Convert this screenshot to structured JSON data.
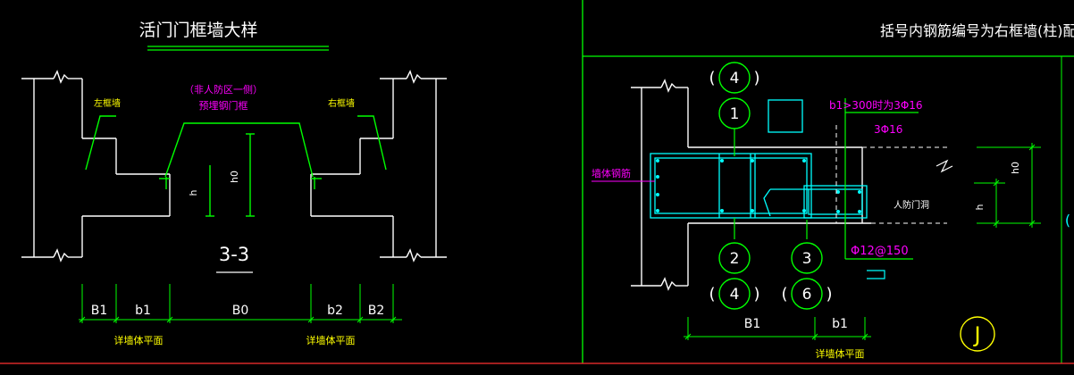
{
  "left_panel": {
    "title": "活门门框墙大样",
    "left_wall_label": "左框墙",
    "right_wall_label": "右框墙",
    "door_frame_note_line1": "（非人防区一侧）",
    "door_frame_note_line2": "预埋钢门框",
    "dim_h": "h",
    "dim_h0": "h0",
    "section_label": "3-3",
    "dims": [
      "B1",
      "b1",
      "B0",
      "b2",
      "B2"
    ],
    "plan_note_left": "详墙体平面",
    "plan_note_right": "详墙体平面"
  },
  "right_panel": {
    "title": "括号内钢筋编号为右框墙(柱)配筋",
    "bubbles": [
      {
        "id": "bubble-4-top",
        "text": "4",
        "bracket": true
      },
      {
        "id": "bubble-1",
        "text": "1",
        "bracket": false
      },
      {
        "id": "bubble-2",
        "text": "2",
        "bracket": false
      },
      {
        "id": "bubble-3",
        "text": "3",
        "bracket": false
      },
      {
        "id": "bubble-4-bottom",
        "text": "4",
        "bracket": true
      },
      {
        "id": "bubble-6",
        "text": "6",
        "bracket": true
      }
    ],
    "rebar_note_b1": "b1>300时为3Φ16",
    "rebar_note_3phi16": "3Φ16",
    "wall_rebar_label": "墙体钢筋",
    "door_opening_label": "人防门洞",
    "stirrup_label": "Φ12@150",
    "dim_h0": "h0",
    "dim_h": "h",
    "dims": [
      "B1",
      "b1"
    ],
    "plan_note": "详墙体平面",
    "section_mark": "J",
    "edge_bracket": "("
  },
  "colors": {
    "background": "#000000",
    "white": "#ffffff",
    "yellow": "#ffff00",
    "green": "#00ff00",
    "magenta": "#ff00ff",
    "cyan": "#00ffff",
    "red": "#ff0000"
  }
}
